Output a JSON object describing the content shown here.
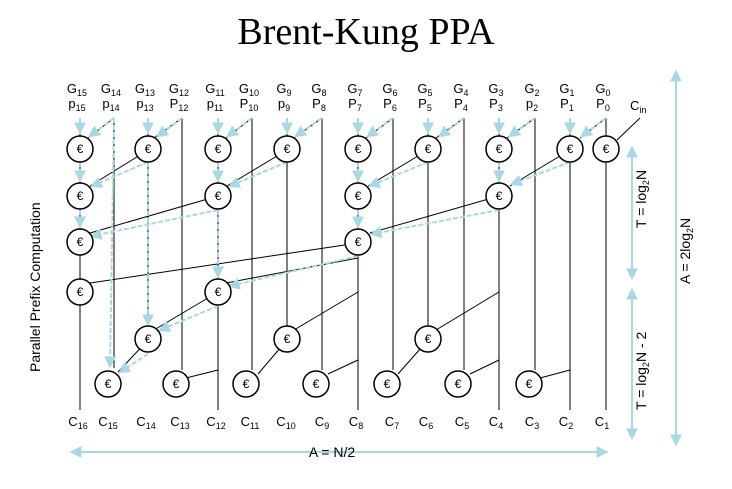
{
  "title": "Brent-Kung PPA",
  "node_symbol": "€",
  "inputs": [
    {
      "g": "G",
      "gs": "15",
      "p": "p",
      "ps": "15"
    },
    {
      "g": "G",
      "gs": "14",
      "p": "p",
      "ps": "14"
    },
    {
      "g": "G",
      "gs": "13",
      "p": "p",
      "ps": "13"
    },
    {
      "g": "G",
      "gs": "12",
      "p": "P",
      "ps": "12"
    },
    {
      "g": "G",
      "gs": "11",
      "p": "p",
      "ps": "11"
    },
    {
      "g": "G",
      "gs": "10",
      "p": "P",
      "ps": "10"
    },
    {
      "g": "G",
      "gs": "9",
      "p": "p",
      "ps": "9"
    },
    {
      "g": "G",
      "gs": "8",
      "p": "P",
      "ps": "8"
    },
    {
      "g": "G",
      "gs": "7",
      "p": "P",
      "ps": "7"
    },
    {
      "g": "G",
      "gs": "6",
      "p": "P",
      "ps": "6"
    },
    {
      "g": "G",
      "gs": "5",
      "p": "P",
      "ps": "5"
    },
    {
      "g": "G",
      "gs": "4",
      "p": "P",
      "ps": "4"
    },
    {
      "g": "G",
      "gs": "3",
      "p": "P",
      "ps": "3"
    },
    {
      "g": "G",
      "gs": "2",
      "p": "p",
      "ps": "2"
    },
    {
      "g": "G",
      "gs": "1",
      "p": "P",
      "ps": "1"
    },
    {
      "g": "G",
      "gs": "0",
      "p": "P",
      "ps": "0"
    }
  ],
  "cin": {
    "main": "C",
    "sub": "in"
  },
  "outputs": [
    {
      "main": "C",
      "sub": "16"
    },
    {
      "main": "C",
      "sub": "15"
    },
    {
      "main": "C",
      "sub": "14"
    },
    {
      "main": "C",
      "sub": "13"
    },
    {
      "main": "C",
      "sub": "12"
    },
    {
      "main": "C",
      "sub": "11"
    },
    {
      "main": "C",
      "sub": "10"
    },
    {
      "main": "C",
      "sub": "9"
    },
    {
      "main": "C",
      "sub": "8"
    },
    {
      "main": "C",
      "sub": "7"
    },
    {
      "main": "C",
      "sub": "6"
    },
    {
      "main": "C",
      "sub": "5"
    },
    {
      "main": "C",
      "sub": "4"
    },
    {
      "main": "C",
      "sub": "3"
    },
    {
      "main": "C",
      "sub": "2"
    },
    {
      "main": "C",
      "sub": "1"
    }
  ],
  "side_label": "Parallel Prefix Computation",
  "bottom_label": "A = N/2",
  "right_top": {
    "a": "T = log",
    "sub": "2",
    "b": "N"
  },
  "right_bottom": {
    "a": "T = log",
    "sub": "2",
    "b": "N - 2"
  },
  "right_total": {
    "a": "A = 2log",
    "sub": "2",
    "b": "N"
  },
  "colors": {
    "ink": "#000000",
    "arrow": "#a8d8e4"
  }
}
